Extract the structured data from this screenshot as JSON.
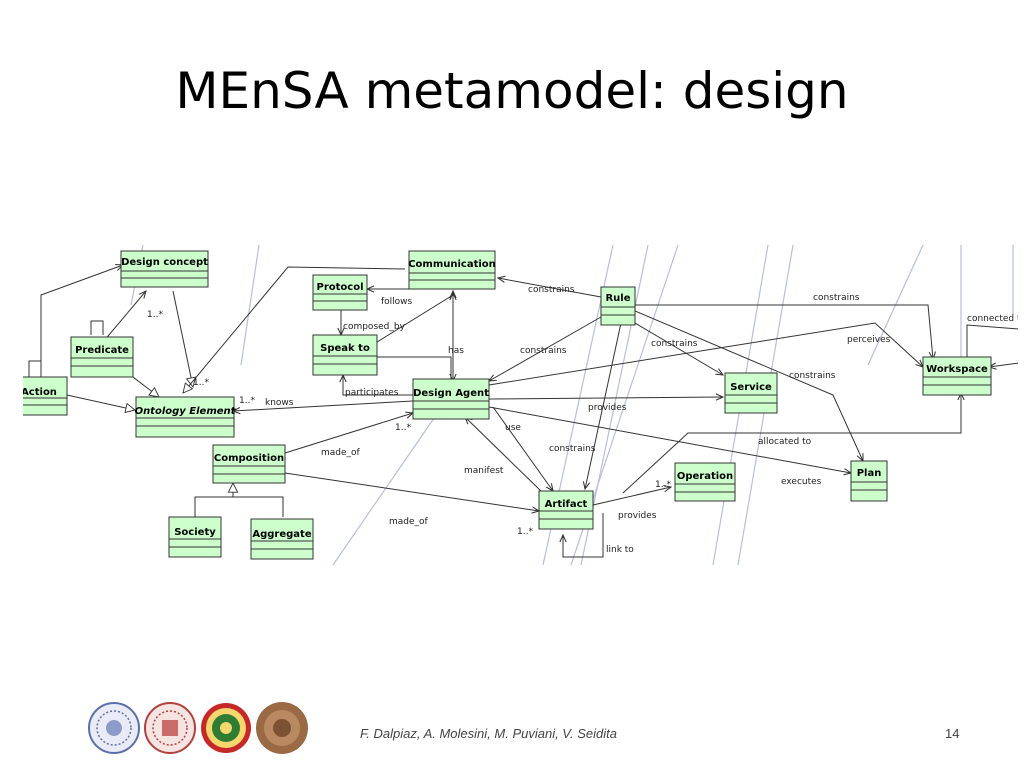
{
  "slide": {
    "title": "MEnSA metamodel: design",
    "footer": "F. Dalpiaz, A. Molesini, M. Puviani, V. Seidita",
    "page_number": "14"
  },
  "diagram": {
    "nodes": {
      "design_concept": "Design concept",
      "communication": "Communication",
      "protocol": "Protocol",
      "rule": "Rule",
      "predicate": "Predicate",
      "speak_to": "Speak to",
      "action": "Action",
      "ontology_element": "Ontology Element",
      "design_agent": "Design Agent",
      "service": "Service",
      "workspace": "Workspace",
      "composition": "Composition",
      "operation": "Operation",
      "plan": "Plan",
      "artifact": "Artifact",
      "society": "Society",
      "aggregate": "Aggregate"
    },
    "labels": {
      "follows": "follows",
      "composed_by": "composed_by",
      "has": "has",
      "participates": "participates",
      "knows": "knows",
      "made_of_1": "made_of",
      "made_of_2": "made_of",
      "use": "use",
      "manifest": "manifest",
      "constrains_comm": "constrains",
      "constrains_agent": "constrains",
      "constrains_service": "constrains",
      "constrains_workspace": "constrains",
      "constrains_plan": "constrains",
      "constrains_artifact": "constrains",
      "perceives": "perceives",
      "connected_to": "connected to",
      "provides_service": "provides",
      "provides_operation": "provides",
      "allocated_to": "allocated to",
      "executes": "executes",
      "link_to": "link to",
      "mult_design_concept": "1..*",
      "mult_ontology_top": "1..*",
      "mult_ontology_knows": "1..*",
      "mult_design_agent": "1..*",
      "mult_operation": "1..*",
      "mult_artifact": "1..*"
    }
  },
  "logos": [
    {
      "name": "university-seal-blue",
      "color": "#5b6fa8"
    },
    {
      "name": "university-seal-red",
      "color": "#b0413e"
    },
    {
      "name": "university-seal-green-gold",
      "color": "#2e7d32"
    },
    {
      "name": "university-seal-bronze",
      "color": "#9a6a45"
    }
  ]
}
